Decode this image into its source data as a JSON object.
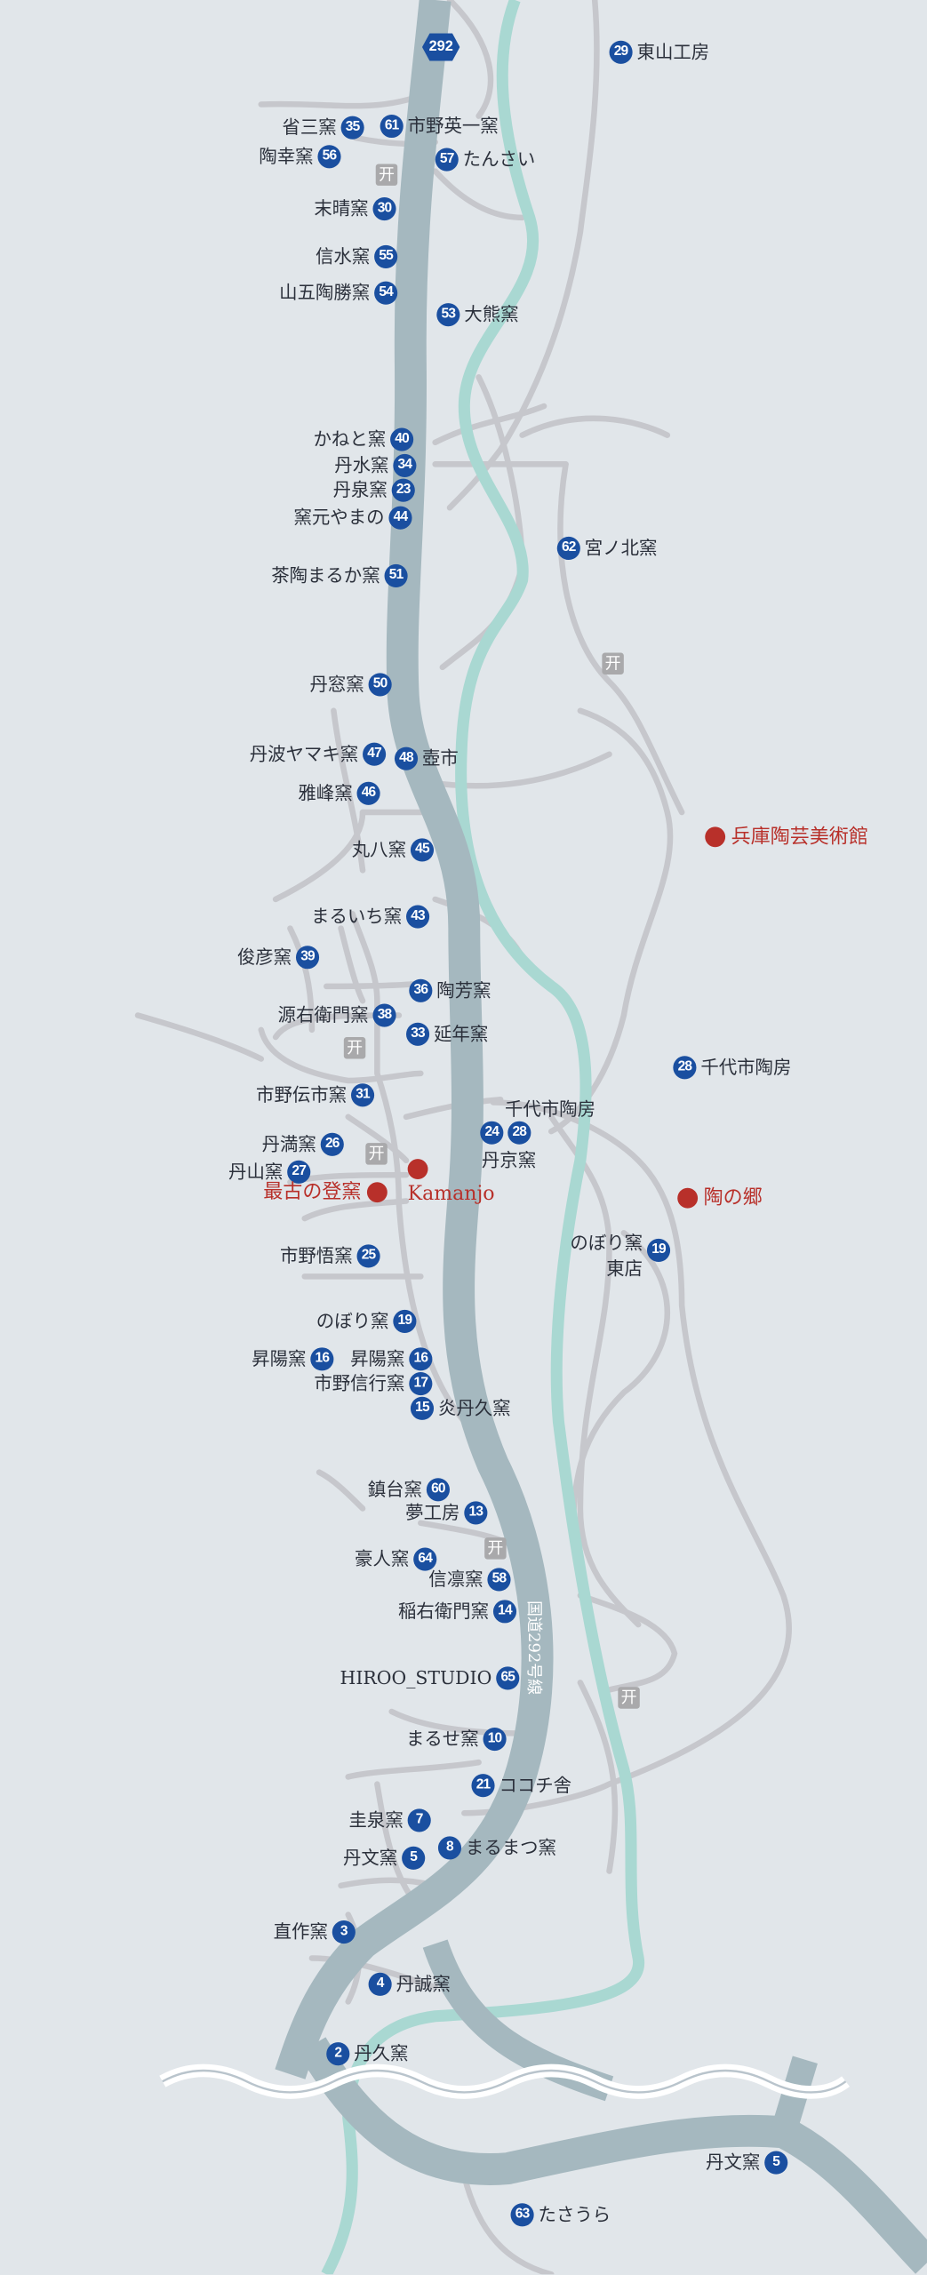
{
  "route_badge": "292",
  "road_name": "国道292号線",
  "colors": {
    "badge": "#1a4fa0",
    "landmark": "#b8302a",
    "main_road": "#a5b8bf",
    "river": "#a9d8d2",
    "minor_road": "#c6c7cc",
    "background": "#e1e6ea"
  },
  "torii_icon": "开",
  "markers": [
    {
      "num": "29",
      "name": "東山工房"
    },
    {
      "num": "35",
      "name": "省三窯"
    },
    {
      "num": "61",
      "name": "市野英一窯"
    },
    {
      "num": "56",
      "name": "陶幸窯"
    },
    {
      "num": "57",
      "name": "たんさい"
    },
    {
      "num": "30",
      "name": "末晴窯"
    },
    {
      "num": "55",
      "name": "信水窯"
    },
    {
      "num": "54",
      "name": "山五陶勝窯"
    },
    {
      "num": "53",
      "name": "大熊窯"
    },
    {
      "num": "40",
      "name": "かねと窯"
    },
    {
      "num": "34",
      "name": "丹水窯"
    },
    {
      "num": "23",
      "name": "丹泉窯"
    },
    {
      "num": "44",
      "name": "窯元やまの"
    },
    {
      "num": "62",
      "name": "宮ノ北窯"
    },
    {
      "num": "51",
      "name": "茶陶まるか窯"
    },
    {
      "num": "50",
      "name": "丹窓窯"
    },
    {
      "num": "47",
      "name": "丹波ヤマキ窯"
    },
    {
      "num": "48",
      "name": "壺市"
    },
    {
      "num": "46",
      "name": "雅峰窯"
    },
    {
      "num": "45",
      "name": "丸八窯"
    },
    {
      "num": "43",
      "name": "まるいち窯"
    },
    {
      "num": "39",
      "name": "俊彦窯"
    },
    {
      "num": "36",
      "name": "陶芳窯"
    },
    {
      "num": "38",
      "name": "源右衛門窯"
    },
    {
      "num": "33",
      "name": "延年窯"
    },
    {
      "num": "28",
      "name": "千代市陶房"
    },
    {
      "num": "31",
      "name": "市野伝市窯"
    },
    {
      "num": "24",
      "name": "丹京窯"
    },
    {
      "num": "28",
      "name": "千代市陶房"
    },
    {
      "num": "26",
      "name": "丹満窯"
    },
    {
      "num": "27",
      "name": "丹山窯"
    },
    {
      "num": "19",
      "name": "のぼり窯",
      "sub": "東店"
    },
    {
      "num": "25",
      "name": "市野悟窯"
    },
    {
      "num": "19",
      "name": "のぼり窯"
    },
    {
      "num": "16",
      "name": "昇陽窯"
    },
    {
      "num": "16",
      "name": "昇陽窯"
    },
    {
      "num": "17",
      "name": "市野信行窯"
    },
    {
      "num": "15",
      "name": "炎丹久窯"
    },
    {
      "num": "60",
      "name": "鎮台窯"
    },
    {
      "num": "13",
      "name": "夢工房"
    },
    {
      "num": "64",
      "name": "豪人窯"
    },
    {
      "num": "58",
      "name": "信凛窯"
    },
    {
      "num": "14",
      "name": "稲右衛門窯"
    },
    {
      "num": "65",
      "name": "HIROO_STUDIO"
    },
    {
      "num": "10",
      "name": "まるせ窯"
    },
    {
      "num": "21",
      "name": "ココチ舎"
    },
    {
      "num": "7",
      "name": "圭泉窯"
    },
    {
      "num": "8",
      "name": "まるまつ窯"
    },
    {
      "num": "5",
      "name": "丹文窯"
    },
    {
      "num": "3",
      "name": "直作窯"
    },
    {
      "num": "4",
      "name": "丹誠窯"
    },
    {
      "num": "2",
      "name": "丹久窯"
    },
    {
      "num": "5",
      "name": "丹文窯"
    },
    {
      "num": "63",
      "name": "たさうら"
    }
  ],
  "landmarks": [
    {
      "name": "兵庫陶芸美術館"
    },
    {
      "name": "最古の登窯"
    },
    {
      "name": "Kamanjo"
    },
    {
      "name": "陶の郷"
    }
  ]
}
